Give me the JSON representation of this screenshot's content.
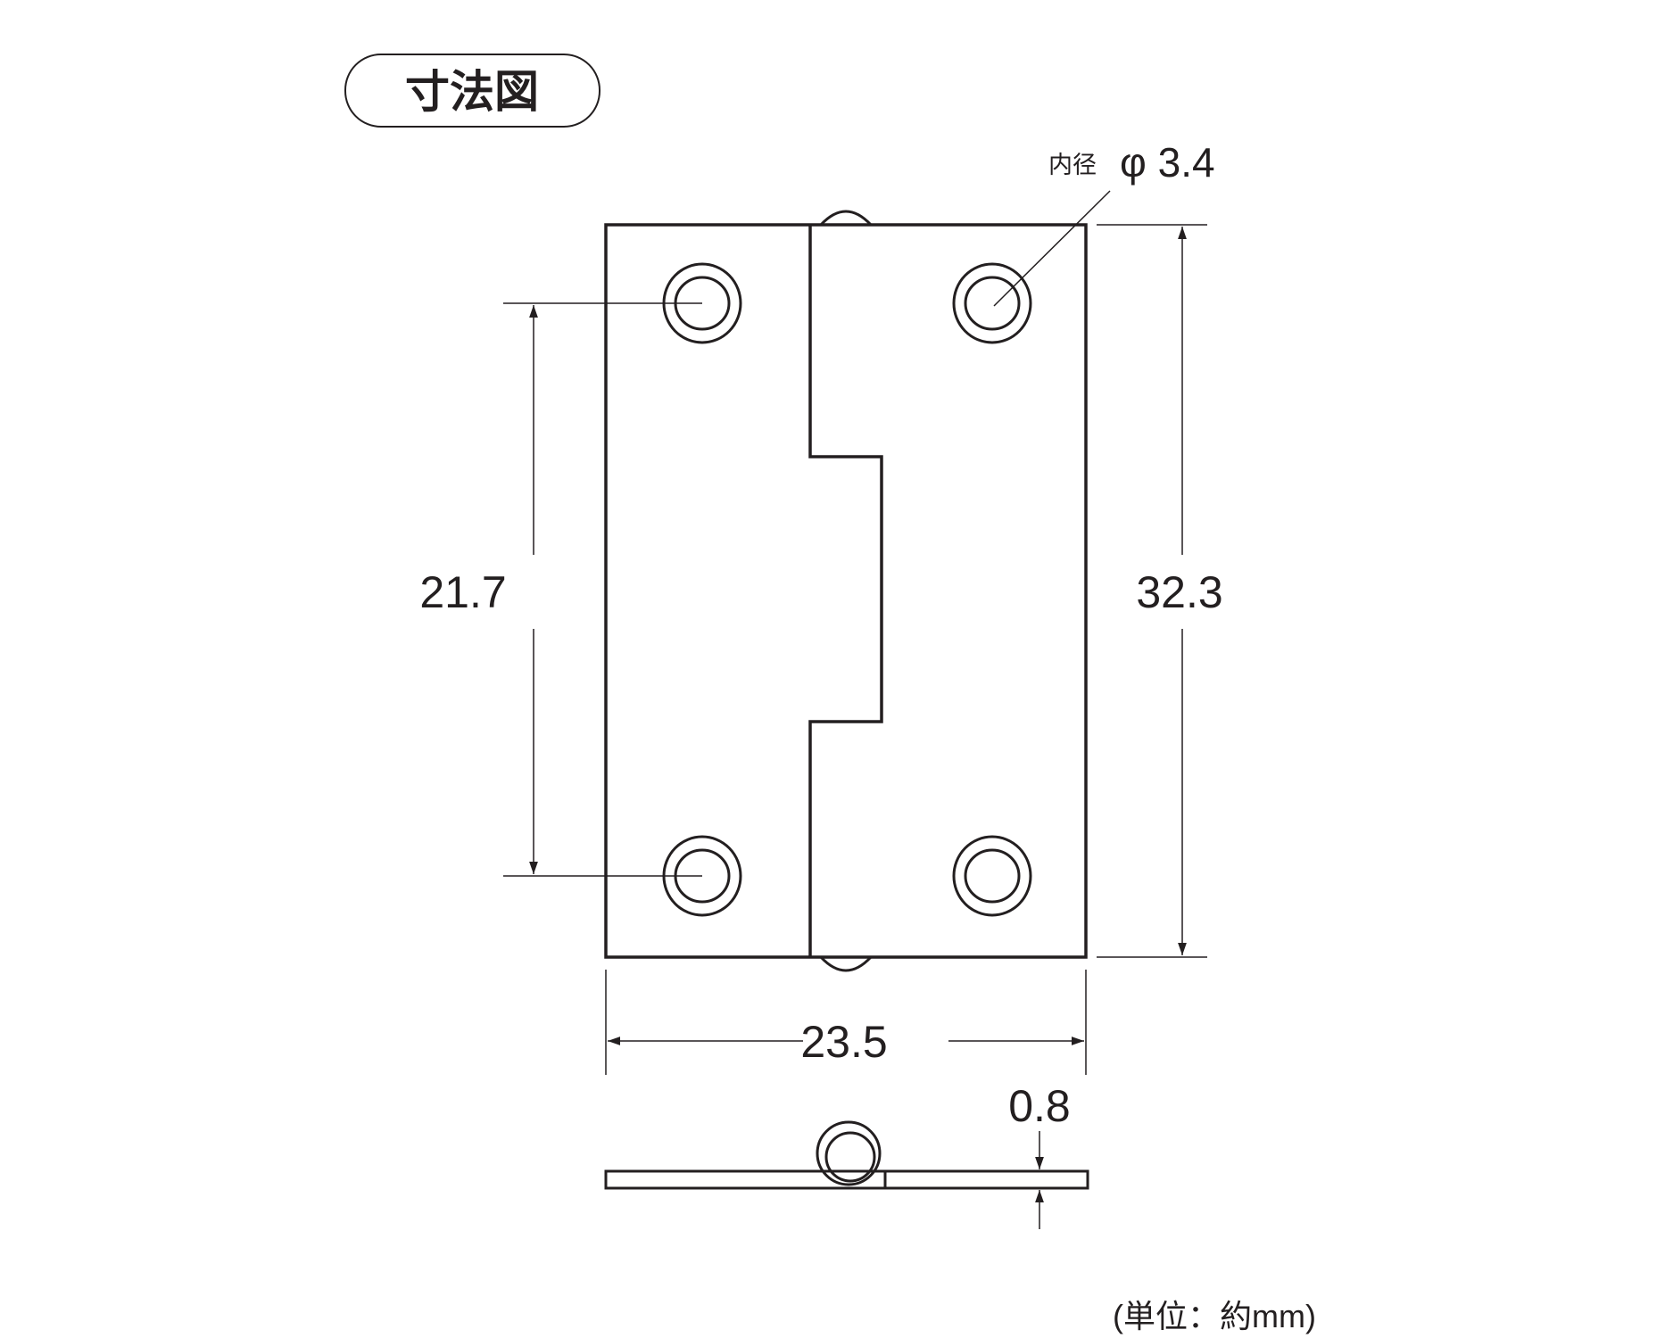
{
  "title": "寸法図",
  "dimensions": {
    "inner_diameter_label": "内径",
    "inner_diameter_value": "φ 3.4",
    "hole_pitch": "21.7",
    "height": "32.3",
    "width": "23.5",
    "thickness": "0.8"
  },
  "unit_note": "(単位：約mm)",
  "colors": {
    "line": "#231f20",
    "background": "#ffffff"
  }
}
